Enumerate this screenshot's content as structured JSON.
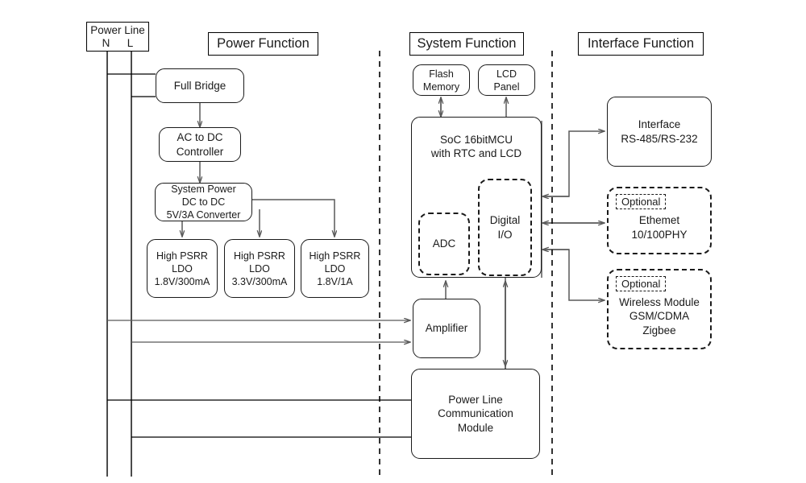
{
  "diagram": {
    "title_plates": [
      {
        "id": "power",
        "label": "Power Function"
      },
      {
        "id": "system",
        "label": "System Function"
      },
      {
        "id": "interface",
        "label": "Interface Function"
      }
    ],
    "power_line": {
      "title": "Power Line",
      "neutral": "N",
      "live": "L"
    },
    "power_blocks": [
      {
        "id": "full-bridge",
        "label": "Full Bridge"
      },
      {
        "id": "ac-dc-controller",
        "label": "AC to DC\nController"
      },
      {
        "id": "system-power",
        "label": "System Power\nDC to DC\n5V/3A Converter"
      },
      {
        "id": "ldo-1v8-300ma",
        "label": "High PSRR\nLDO\n1.8V/300mA"
      },
      {
        "id": "ldo-3v3-300ma",
        "label": "High PSRR\nLDO\n3.3V/300mA"
      },
      {
        "id": "ldo-1v8-1a",
        "label": "High PSRR\nLDO\n1.8V/1A"
      }
    ],
    "system_blocks": [
      {
        "id": "flash-memory",
        "label": "Flash\nMemory"
      },
      {
        "id": "lcd-panel",
        "label": "LCD\nPanel"
      },
      {
        "id": "soc",
        "label": "SoC 16bitMCU\nwith RTC and LCD"
      },
      {
        "id": "adc",
        "label": "ADC"
      },
      {
        "id": "digital-io",
        "label": "Digital\nI/O"
      },
      {
        "id": "amplifier",
        "label": "Amplifier"
      },
      {
        "id": "plc-module",
        "label": "Power Line\nCommunication\nModule"
      }
    ],
    "interface_blocks": [
      {
        "id": "interface-rs",
        "label": "Interface\nRS-485/RS-232"
      },
      {
        "id": "ethernet",
        "optional": "Optional",
        "label": "Ethemet\n10/100PHY"
      },
      {
        "id": "wireless",
        "optional": "Optional",
        "label": "Wireless Module\nGSM/CDMA\nZigbee"
      }
    ],
    "colors": {
      "stroke": "#1a1a1a",
      "wire": "#595959",
      "background": "#ffffff"
    }
  }
}
